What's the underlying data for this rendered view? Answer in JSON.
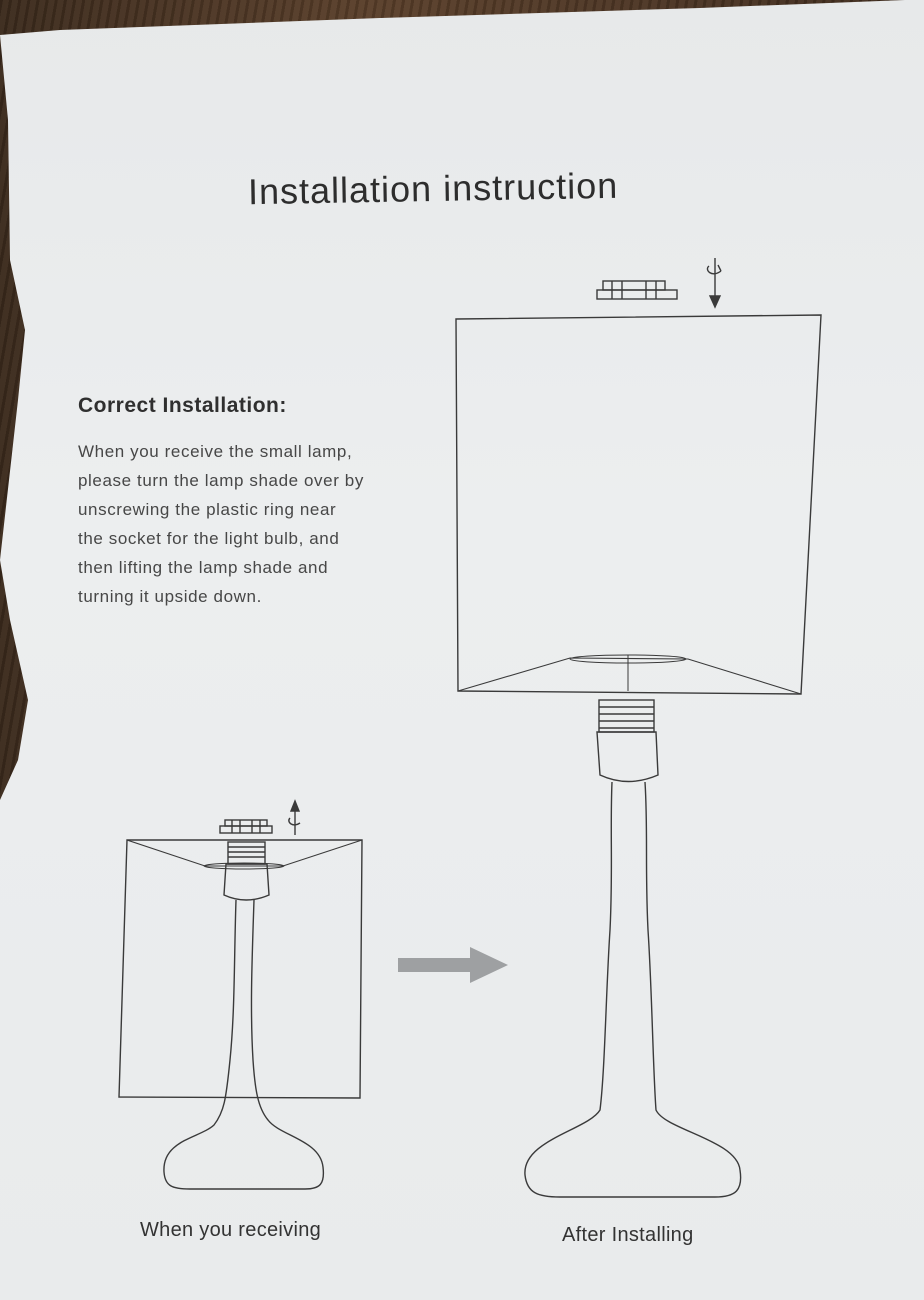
{
  "document": {
    "title": "Installation instruction",
    "heading": "Correct Installation:",
    "body_lines": [
      "When you receive the small lamp,",
      "please turn the lamp shade over by",
      "unscrewing the plastic ring near",
      "the socket for the light bulb, and",
      "then lifting the lamp shade and",
      "turning it upside down."
    ],
    "captions": {
      "before": "When you receiving",
      "after": "After Installing"
    }
  },
  "icons": {
    "rotation": "rotate-down-arrow-icon",
    "direction": "right-arrow-icon"
  },
  "colors": {
    "paper": "#eceeef",
    "line": "#3a3a3a",
    "arrow": "#9ea0a2"
  }
}
